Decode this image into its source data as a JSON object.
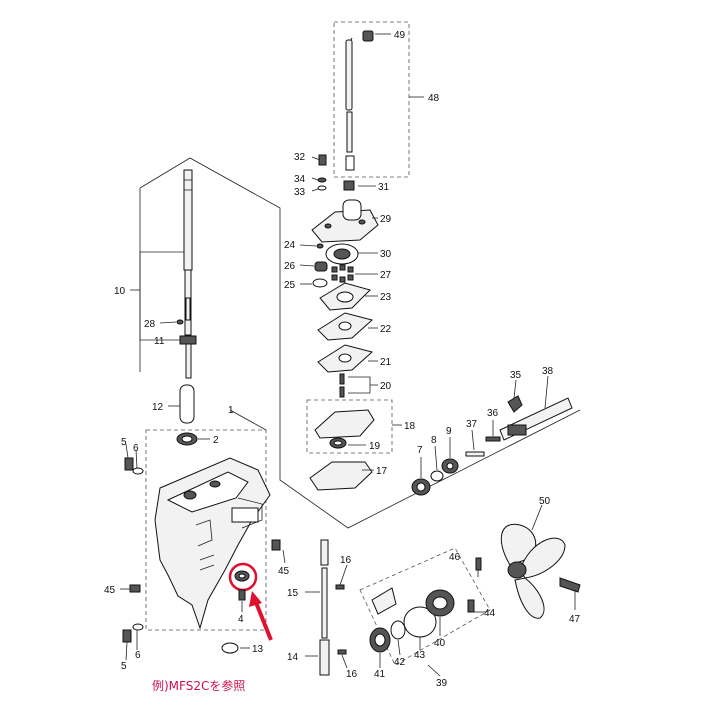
{
  "labels": {
    "n1": "1",
    "n2": "2",
    "n4": "4",
    "n5a": "5",
    "n5b": "5",
    "n6a": "6",
    "n6b": "6",
    "n7": "7",
    "n8": "8",
    "n9": "9",
    "n10": "10",
    "n11": "11",
    "n12": "12",
    "n13": "13",
    "n14": "14",
    "n15": "15",
    "n16a": "16",
    "n16b": "16",
    "n17": "17",
    "n18": "18",
    "n19": "19",
    "n20": "20",
    "n21": "21",
    "n22": "22",
    "n23": "23",
    "n24": "24",
    "n25": "25",
    "n26": "26",
    "n27": "27",
    "n28": "28",
    "n29": "29",
    "n30": "30",
    "n31": "31",
    "n32": "32",
    "n33": "33",
    "n34": "34",
    "n35": "35",
    "n36": "36",
    "n37": "37",
    "n38": "38",
    "n39": "39",
    "n40": "40",
    "n41": "41",
    "n42": "42",
    "n43": "43",
    "n44": "44",
    "n45a": "45",
    "n45b": "45",
    "n46": "46",
    "n47": "47",
    "n48": "48",
    "n49": "49",
    "n50": "50"
  },
  "note": "例)MFS2Cを参照",
  "colors": {
    "highlight": "#e0102f",
    "note": "#d0104c",
    "line": "#222222"
  }
}
